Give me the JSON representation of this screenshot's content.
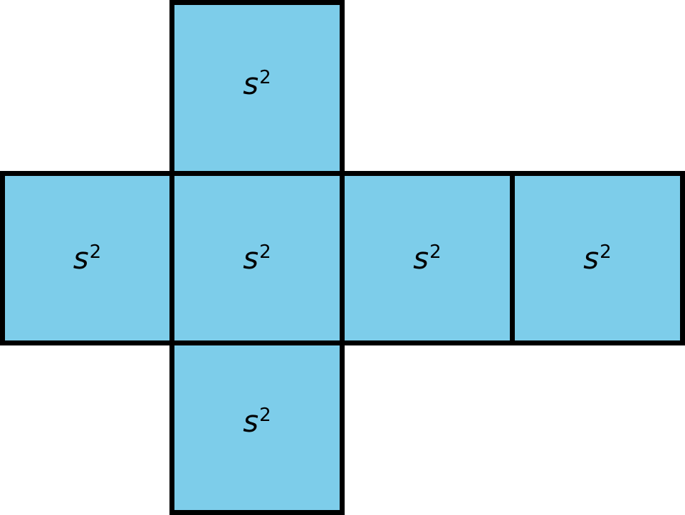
{
  "diagram": {
    "type": "cube-net",
    "title": "",
    "background_color": "#ffffff",
    "face_fill_color": "#7dcdea",
    "face_border_color": "#000000",
    "label_color": "#000000",
    "face_count": 6,
    "faces": [
      {
        "id": "top",
        "label_base": "s",
        "label_exponent": "2",
        "position": "top-arm"
      },
      {
        "id": "left",
        "label_base": "s",
        "label_exponent": "2",
        "position": "row-col-1"
      },
      {
        "id": "center",
        "label_base": "s",
        "label_exponent": "2",
        "position": "row-col-2"
      },
      {
        "id": "right",
        "label_base": "s",
        "label_exponent": "2",
        "position": "row-col-3"
      },
      {
        "id": "far-right",
        "label_base": "s",
        "label_exponent": "2",
        "position": "row-col-4"
      },
      {
        "id": "bottom",
        "label_base": "s",
        "label_exponent": "2",
        "position": "bottom-arm"
      }
    ]
  }
}
